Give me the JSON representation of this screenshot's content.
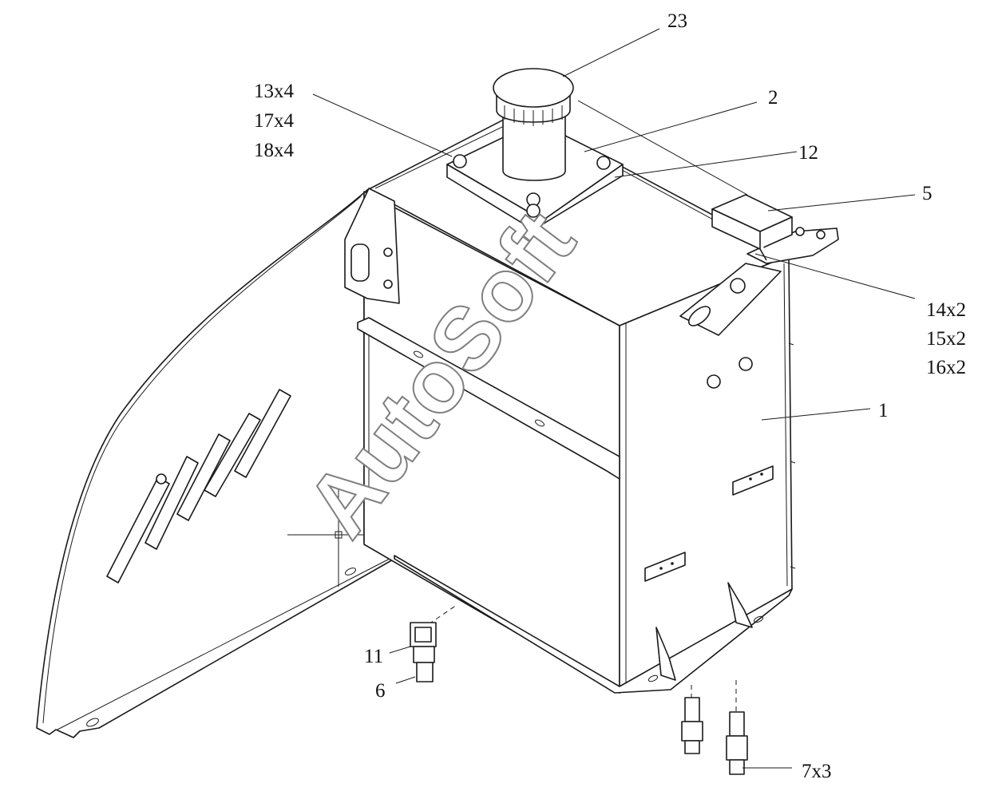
{
  "watermark": "AutoSoft",
  "callouts": {
    "c23": "23",
    "c2": "2",
    "c12": "12",
    "c5": "5",
    "c1": "1",
    "c13": "13x4",
    "c17": "17x4",
    "c18": "18x4",
    "c14": "14x2",
    "c15": "15x2",
    "c16": "16x2",
    "c11": "11",
    "c6": "6",
    "c7": "7x3"
  }
}
